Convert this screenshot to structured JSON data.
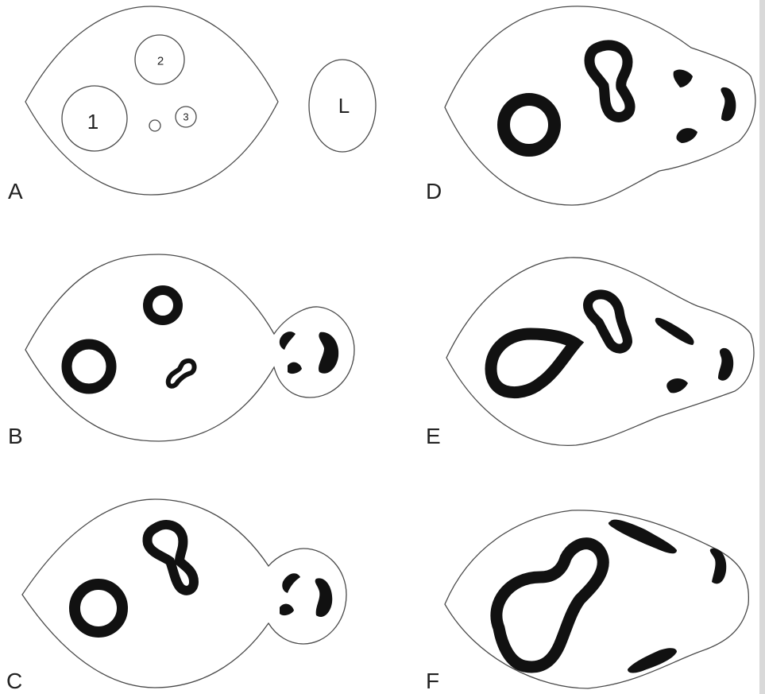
{
  "panels": {
    "A": {
      "label": "A",
      "num_1": "1",
      "num_2": "2",
      "num_3": "3",
      "num_L": "L"
    },
    "B": {
      "label": "B"
    },
    "C": {
      "label": "C"
    },
    "D": {
      "label": "D"
    },
    "E": {
      "label": "E"
    },
    "F": {
      "label": "F"
    }
  },
  "colors": {
    "outline": "#4a4a4a",
    "organelle": "#111111",
    "background": "#ffffff"
  }
}
